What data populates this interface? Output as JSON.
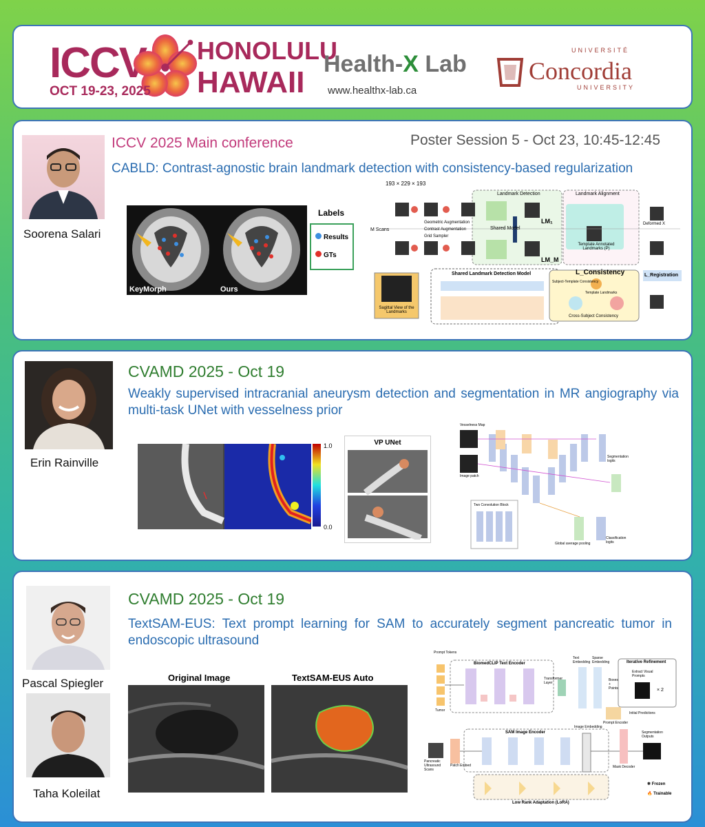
{
  "header": {
    "iccv": "ICCV",
    "iccv_dates": "OCT 19-23, 2025",
    "honolulu": "HONOLULU",
    "hawaii": "HAWAII",
    "lab_name_pre": "Health-",
    "lab_name_x": "X",
    "lab_name_post": " Lab",
    "lab_url": "www.healthx-lab.ca",
    "uni_top": "UNIVERSITÉ",
    "uni_name": "Concordia",
    "uni_bottom": "UNIVERSITY"
  },
  "sections": [
    {
      "presenter": "Soorena Salari",
      "venue": "ICCV 2025 Main conference",
      "poster_session": "Poster Session 5 - Oct 23, 10:45-12:45",
      "title": "CABLD: Contrast-agnostic brain landmark detection with consistency-based regularization",
      "figure_left": {
        "panel_a": "KeyMorph",
        "panel_b": "Ours",
        "legend_title": "Labels",
        "legend_items": [
          "Results",
          "GTs"
        ]
      },
      "figure_right": {
        "dims": "193 × 229 × 193",
        "m_scans": "M Scans",
        "landmark_detection": "Landmark Detection",
        "landmark_alignment": "Landmark Alignment",
        "shared_model": "Shared Model",
        "lm1": "LM₁",
        "lmm": "LM_M",
        "aug_geo": "Geometric Augmentation",
        "aug_con": "Contrast Augmentation",
        "grid": "Grid Sampler",
        "template": "Template Annotated Landmarks (P)",
        "shared_ldm": "Shared Landmark Detection Model",
        "consistency": "L_Consistency",
        "registration": "L_Registration",
        "sagittal": "Sagittal View of the Landmarks",
        "deformed": "Deformed X",
        "cross": "Cross-Subject Consistency",
        "subj_tmpl": "Subject-Template Consistency",
        "tmpl_lm": "Template Landmarks"
      }
    },
    {
      "presenter": "Erin Rainville",
      "venue": "CVAMD 2025 -  Oct 19",
      "title": "Weakly supervised intracranial aneurysm detection and segmentation in MR angiography via multi-task UNet with vesselness prior",
      "colorbar_top": "1.0",
      "colorbar_bottom": "0.0",
      "vp_unet": "VP UNet",
      "arch_labels": [
        "Vesselness Map",
        "Image patch",
        "Two Convolution Block",
        "Segmentation logits",
        "Classification logits",
        "Global average pooling"
      ]
    },
    {
      "presenters": [
        "Pascal Spiegler",
        "Taha Koleilat"
      ],
      "venue": "CVAMD 2025 -  Oct 19",
      "title": "TextSAM-EUS: Text prompt learning for SAM to accurately segment pancreatic tumor in endoscopic ultrasound",
      "fig_a": "Original Image",
      "fig_b": "TextSAM-EUS Auto",
      "arch": {
        "prompt_tokens": "Prompt Tokens",
        "tumor": "Tumor",
        "biomedclip": "BiomedCLIP Text Encoder",
        "transformer": "Transformer Layer",
        "text_emb": "Text Embedding",
        "sparse_emb": "Sparse Embedding",
        "iterative": "Iterative Refinement",
        "extract": "Extract Visual Prompts",
        "boxes": "Boxes + Points",
        "times2": "× 2",
        "prompt_encoder": "Prompt Encoder",
        "initial": "Initial Predictions",
        "sam_image": "SAM Image Encoder",
        "patch_embed": "Patch Embed",
        "image_emb": "Image Embedding",
        "mask_decoder": "Mask Decoder",
        "seg_outputs": "Segmentation Outputs",
        "eus": "Pancreatic Ultrasound Scans",
        "lora": "Low Rank Adaptation (LoRA)",
        "frozen": "Frozen",
        "trainable": "Trainable"
      }
    }
  ]
}
